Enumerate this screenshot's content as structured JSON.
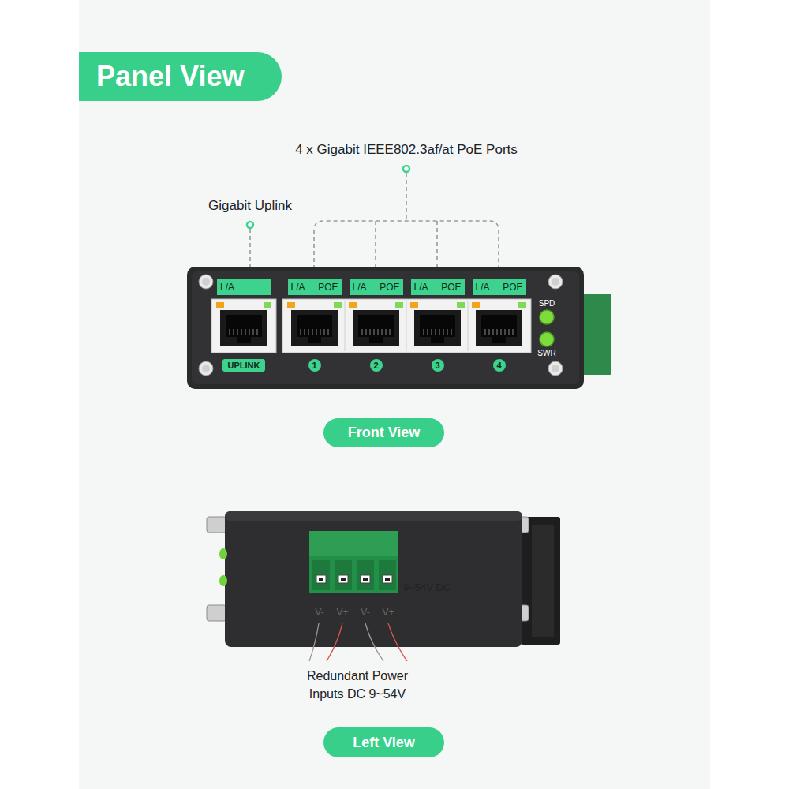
{
  "diagram": {
    "title": "Panel View",
    "nodes": [
      {
        "text": [
          "L/A"
        ]
      },
      {
        "text": [
          "L/A",
          "POE"
        ]
      },
      {
        "text": [
          "L/A",
          "POE"
        ]
      },
      {
        "text": [
          "L/A",
          "POE"
        ]
      },
      {
        "text": [
          "L/A",
          "POE"
        ]
      },
      {
        "text": [
          "UPLINK"
        ]
      },
      {
        "text": [
          "1"
        ]
      },
      {
        "text": [
          "2"
        ]
      },
      {
        "text": [
          "3"
        ]
      },
      {
        "text": [
          "4"
        ]
      },
      {
        "text": [
          "Front View"
        ]
      },
      {
        "text": [
          "Left View"
        ]
      }
    ],
    "labels": [
      "4 x Gigabit IEEE802.3af/at PoE Ports",
      "Gigabit Uplink",
      "SPD",
      "SWR",
      "9~54V DC",
      "V-",
      "V+",
      "V-",
      "V+",
      "Redundant Power Inputs DC 9~54V"
    ]
  }
}
